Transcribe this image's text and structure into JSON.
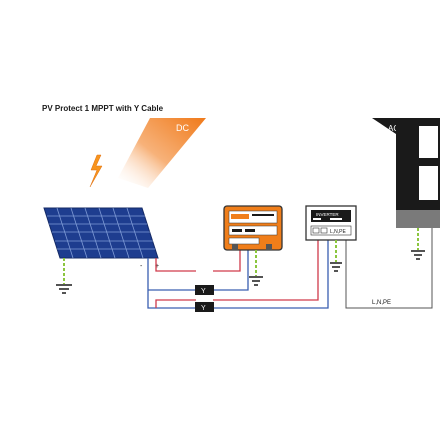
{
  "diagram": {
    "title": "PV Protect 1 MPPT with Y Cable",
    "dc_label": "DC",
    "ac_label": "AC",
    "inverter_label": "INVERTER",
    "inverter_terminal_label": "L,N,PE",
    "ac_line_label": "L,N,PE",
    "y_connector_label": "Y",
    "pv_minus_label": "-",
    "pv_plus_label": "+",
    "colors": {
      "positive_wire": "#d03a4a",
      "negative_wire": "#3a5fb0",
      "ground_wire": "#8cc63f",
      "device_orange": "#f07e1a",
      "solar_panel": "#1e3d8f",
      "dark": "#1a1a1a"
    }
  }
}
